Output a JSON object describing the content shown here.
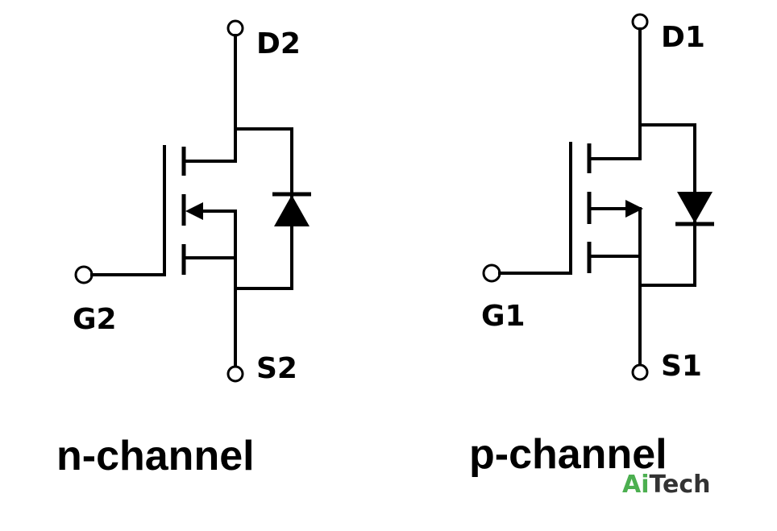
{
  "n_channel": {
    "caption": "n-channel",
    "drain_label": "D2",
    "gate_label": "G2",
    "source_label": "S2"
  },
  "p_channel": {
    "caption": "p-channel",
    "drain_label": "D1",
    "gate_label": "G1",
    "source_label": "S1"
  },
  "watermark": {
    "part1": "Ai",
    "part2": "Tech",
    "color1": "#4caf50",
    "color2": "#333333"
  }
}
